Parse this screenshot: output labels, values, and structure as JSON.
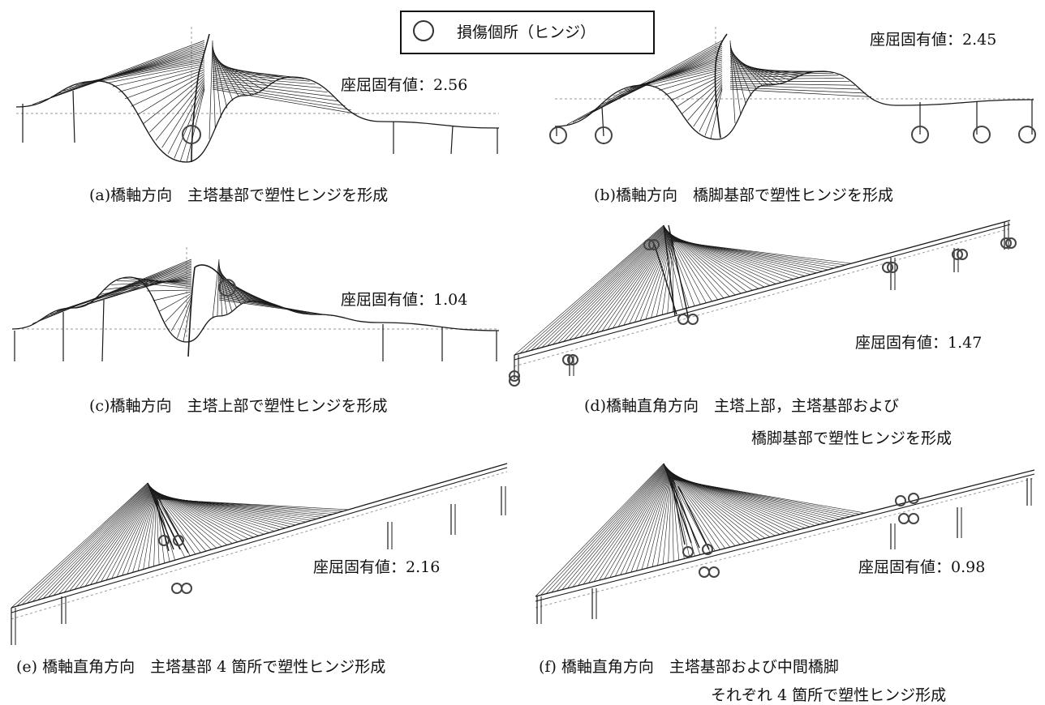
{
  "legend": {
    "icon": "hinge-circle-icon",
    "label": "損傷個所（ヒンジ）"
  },
  "panels": [
    {
      "id": "a",
      "eigen": "座屈固有値：2.56",
      "caption": "(a)橋軸方向　主塔基部で塑性ヒンジを形成",
      "caption2": ""
    },
    {
      "id": "b",
      "eigen": "座屈固有値：2.45",
      "caption": "(b)橋軸方向　橋脚基部で塑性ヒンジを形成",
      "caption2": ""
    },
    {
      "id": "c",
      "eigen": "座屈固有値：1.04",
      "caption": "(c)橋軸方向　主塔上部で塑性ヒンジを形成",
      "caption2": ""
    },
    {
      "id": "d",
      "eigen": "座屈固有値：1.47",
      "caption": "(d)橋軸直角方向　主塔上部，主塔基部および",
      "caption2": "橋脚基部で塑性ヒンジを形成"
    },
    {
      "id": "e",
      "eigen": "座屈固有値：2.16",
      "caption": "(e) 橋軸直角方向　主塔基部 4 箇所で塑性ヒンジ形成",
      "caption2": ""
    },
    {
      "id": "f",
      "eigen": "座屈固有値：0.98",
      "caption": "(f) 橋軸直角方向　主塔基部および中間橋脚",
      "caption2": "それぞれ 4 箇所で塑性ヒンジ形成"
    }
  ],
  "colors": {
    "line": "#1a1a1a",
    "faint": "#9a9a9a",
    "hinge": "#444444"
  }
}
